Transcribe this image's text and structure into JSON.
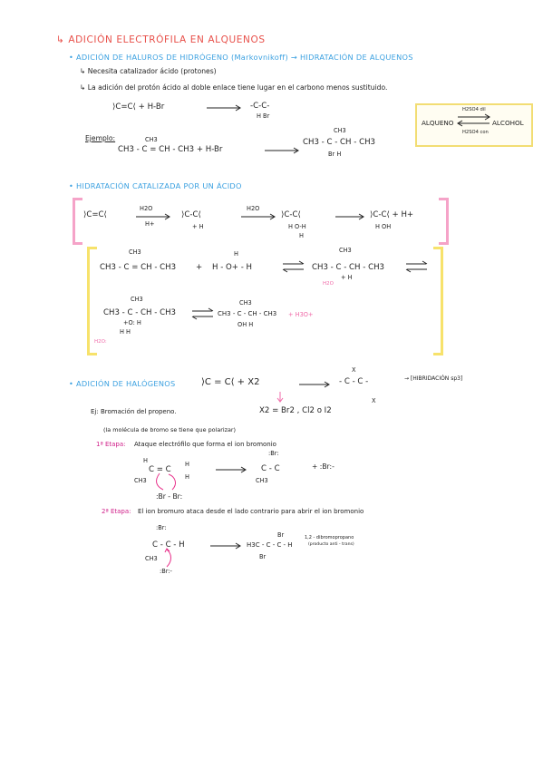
{
  "heading_main": "↳ ADICIÓN ELECTRÓFILA EN ALQUENOS",
  "sec1": {
    "title": "• ADICIÓN DE HALUROS DE HIDRÓGENO (Markovnikoff) → HIDRATACIÓN DE ALQUENOS",
    "note1": "↳ Necesita catalizador ácido (protones)",
    "note2": "↳ La adición del protón ácido al doble enlace tiene lugar en el carbono menos sustituido.",
    "eq1_left": "⟩C=C⟨  +  H-Br",
    "eq1_right": "-C-C-",
    "eq1_right_sub": "H   Br",
    "example_label": "Ejemplo:",
    "ex_top": "CH3",
    "ex_left": "CH3 - C = CH - CH3  +  H-Br",
    "ex_right_top": "CH3",
    "ex_right": "CH3 - C - CH - CH3",
    "ex_right_sub": "Br   H",
    "box": {
      "left": "ALQUENO",
      "top": "H2SO4 dil",
      "right": "ALCOHOL",
      "bottom": "H2SO4 con"
    }
  },
  "sec2": {
    "title": "• HIDRATACIÓN CATALIZADA POR UN ÁCIDO",
    "r1_a": "⟩C=C⟨",
    "r1_arrow1_top": "H2O",
    "r1_arrow1_bot": "H+",
    "r1_b": "⟩C-C⟨",
    "r1_b_sub": "+ H",
    "r1_arrow2_top": "H2O",
    "r1_c": "⟩C-C⟨",
    "r1_c_sub": "H  O-H",
    "r1_c_sub2": "H",
    "r1_d": "⟩C-C⟨ + H+",
    "r1_d_sub": "H   OH",
    "r2_a_top": "CH3",
    "r2_a": "CH3 - C = CH - CH3",
    "r2_plus": "+",
    "r2_b": "H - O+ - H",
    "r2_b_top": "H",
    "r2_c_top": "CH3",
    "r2_c": "CH3 - C - CH - CH3",
    "r2_c_sub": "+    H",
    "r2_h2o": "H2O",
    "r3_a_top": "CH3",
    "r3_a": "CH3 - C - CH - CH3",
    "r3_a_sub": "+O:   H",
    "r3_a_sub2": "H    H",
    "r3_h2o": "H2O:",
    "r3_b": "CH3 - C - CH - CH3",
    "r3_b_top": "CH3",
    "r3_b_sub": "OH  H",
    "r3_b_plus": "+ H3O+"
  },
  "sec3": {
    "title": "• ADICIÓN DE HALÓGENOS",
    "eq": "⟩C = C⟨  +  X2",
    "prod": "- C - C -",
    "prod_top": "X",
    "prod_bot": "X",
    "hybrid": "→ [HIBRIDACIÓN sp3]",
    "x2_note": "X2 = Br2 , Cl2 o I2",
    "ej_label": "Ej: Bromación del propeno.",
    "ej_note": "(la molécula de bromo se tiene que polarizar)",
    "step1_label": "1ª Etapa:",
    "step1_text": "Ataque electrófilo que forma el ion bromonio",
    "step2_label": "2ª Etapa:",
    "step2_text": "El ion bromuro ataca desde el lado contrario para abrir el ion bromonio",
    "s1_mol": "C = C",
    "s1_H1": "H",
    "s1_H2": "H",
    "s1_H3": "H",
    "s1_ch3": "CH3",
    "s1_br": ":Br - Br:",
    "s1_prod": "C - C",
    "s1_prod_top": ":Br:",
    "s1_br_minus": "+  :Br:-",
    "s2_top": ":Br:",
    "s2_mol": "C - C - H",
    "s2_ch3": "CH3",
    "s2_br": ":Br:-",
    "s2_prod": "H3C - C - C - H",
    "s2_prod_top": "Br",
    "s2_prod_bot": "Br",
    "s2_name": "1,2 - dibromopropano",
    "s2_name2": "(producto anti - trans)"
  },
  "colors": {
    "red": "#e8504a",
    "blue": "#3aa0e0",
    "pink": "#f5a3c8",
    "yellow": "#f7e26b",
    "magenta": "#d0208a"
  }
}
